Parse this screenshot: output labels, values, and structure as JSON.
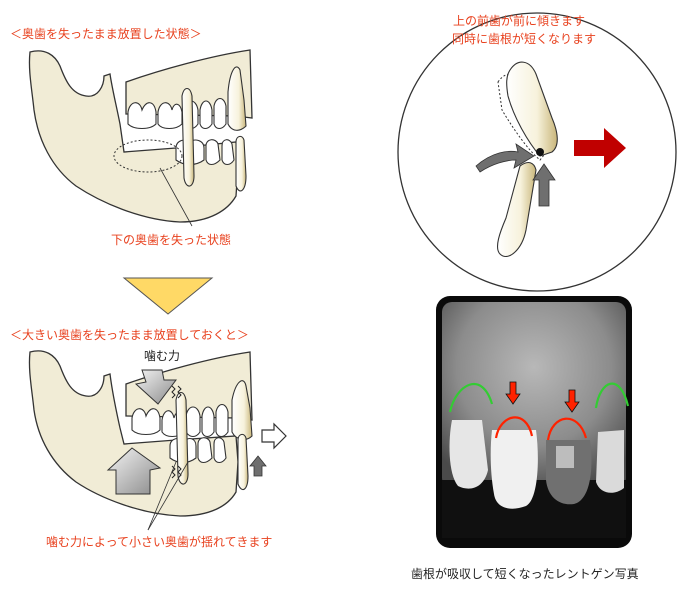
{
  "labels": {
    "top_title": "＜奥歯を失ったまま放置した状態＞",
    "top_caption": "下の奥歯を失った状態",
    "bottom_title": "＜大きい奥歯を失ったまま放置しておくと＞",
    "bite_force": "噛む力",
    "bottom_caption": "噛む力によって小さい奥歯が揺れてきます",
    "circle_line1": "上の前歯が前に傾きます",
    "circle_line2": "同時に歯根が短くなります",
    "xray_caption": "歯根が吸収して短くなったレントゲン写真"
  },
  "colors": {
    "label_red": "#e8411e",
    "bone": "#f1ecd6",
    "arrow_red": "#c00000",
    "triangle_yellow": "#ffd966",
    "root_green": "#33cc33",
    "root_red": "#ff2200"
  }
}
